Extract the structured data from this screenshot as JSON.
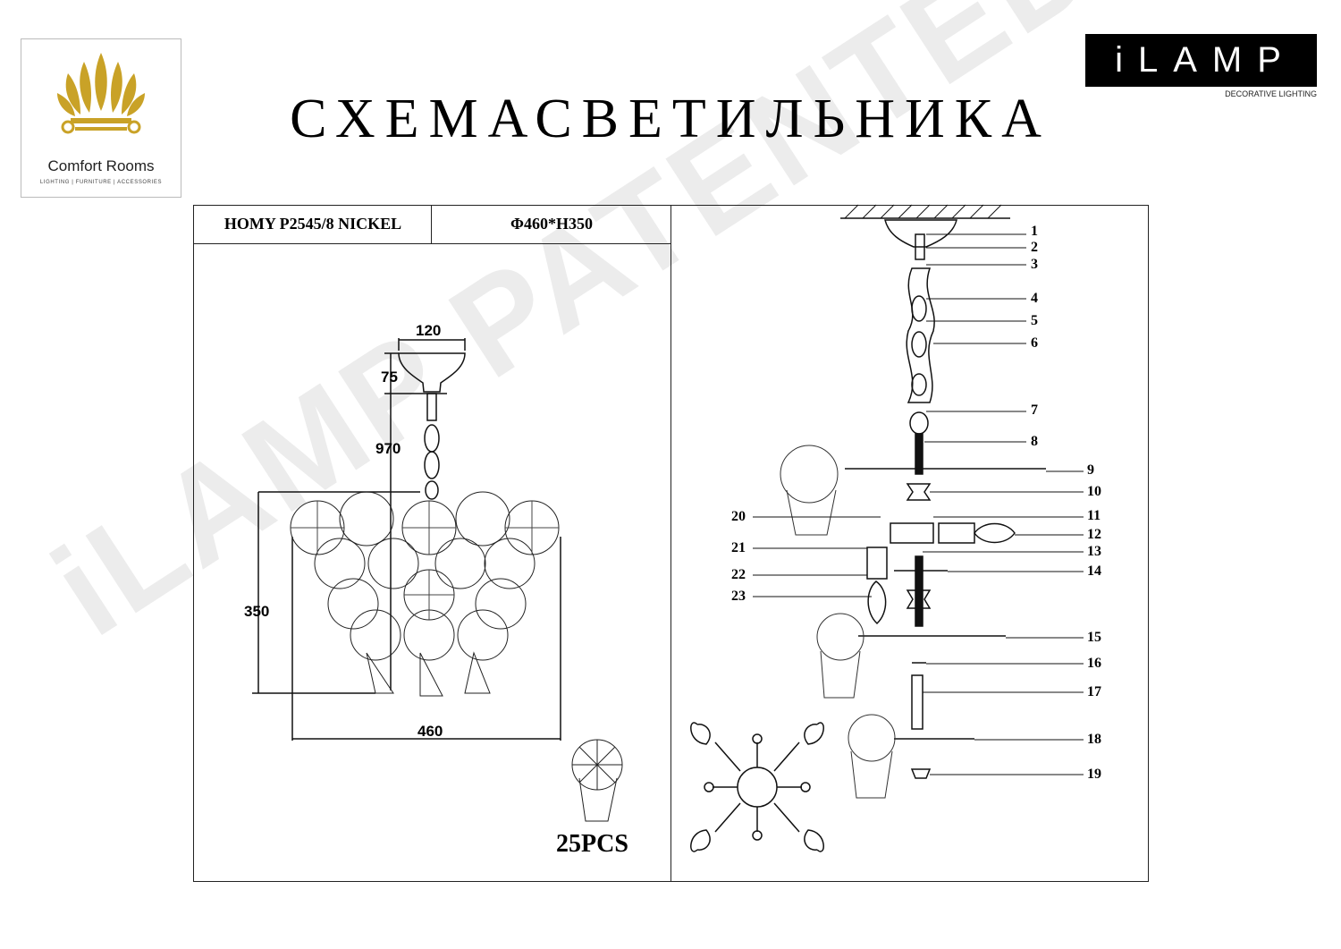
{
  "brand": {
    "left_logo_name": "Comfort Rooms",
    "left_logo_tagline": "LIGHTING | FURNITURE | ACCESSORIES",
    "right_logo_name": "iLAMP",
    "right_logo_tagline": "DECORATIVE LIGHTING",
    "watermark": "iLAMP PATENTED"
  },
  "title": "СХЕМАСВЕТИЛЬНИКА",
  "spec": {
    "model": "HOMY P2545/8 NICKEL",
    "size": "Φ460*H350"
  },
  "dimensions": {
    "canopy_width": "120",
    "canopy_height": "75",
    "chain_length": "970",
    "height": "350",
    "diameter": "460"
  },
  "crystal_count": "25PCS",
  "part_numbers": [
    "1",
    "2",
    "3",
    "4",
    "5",
    "6",
    "7",
    "8",
    "9",
    "10",
    "11",
    "12",
    "13",
    "14",
    "15",
    "16",
    "17",
    "18",
    "19",
    "20",
    "21",
    "22",
    "23"
  ]
}
